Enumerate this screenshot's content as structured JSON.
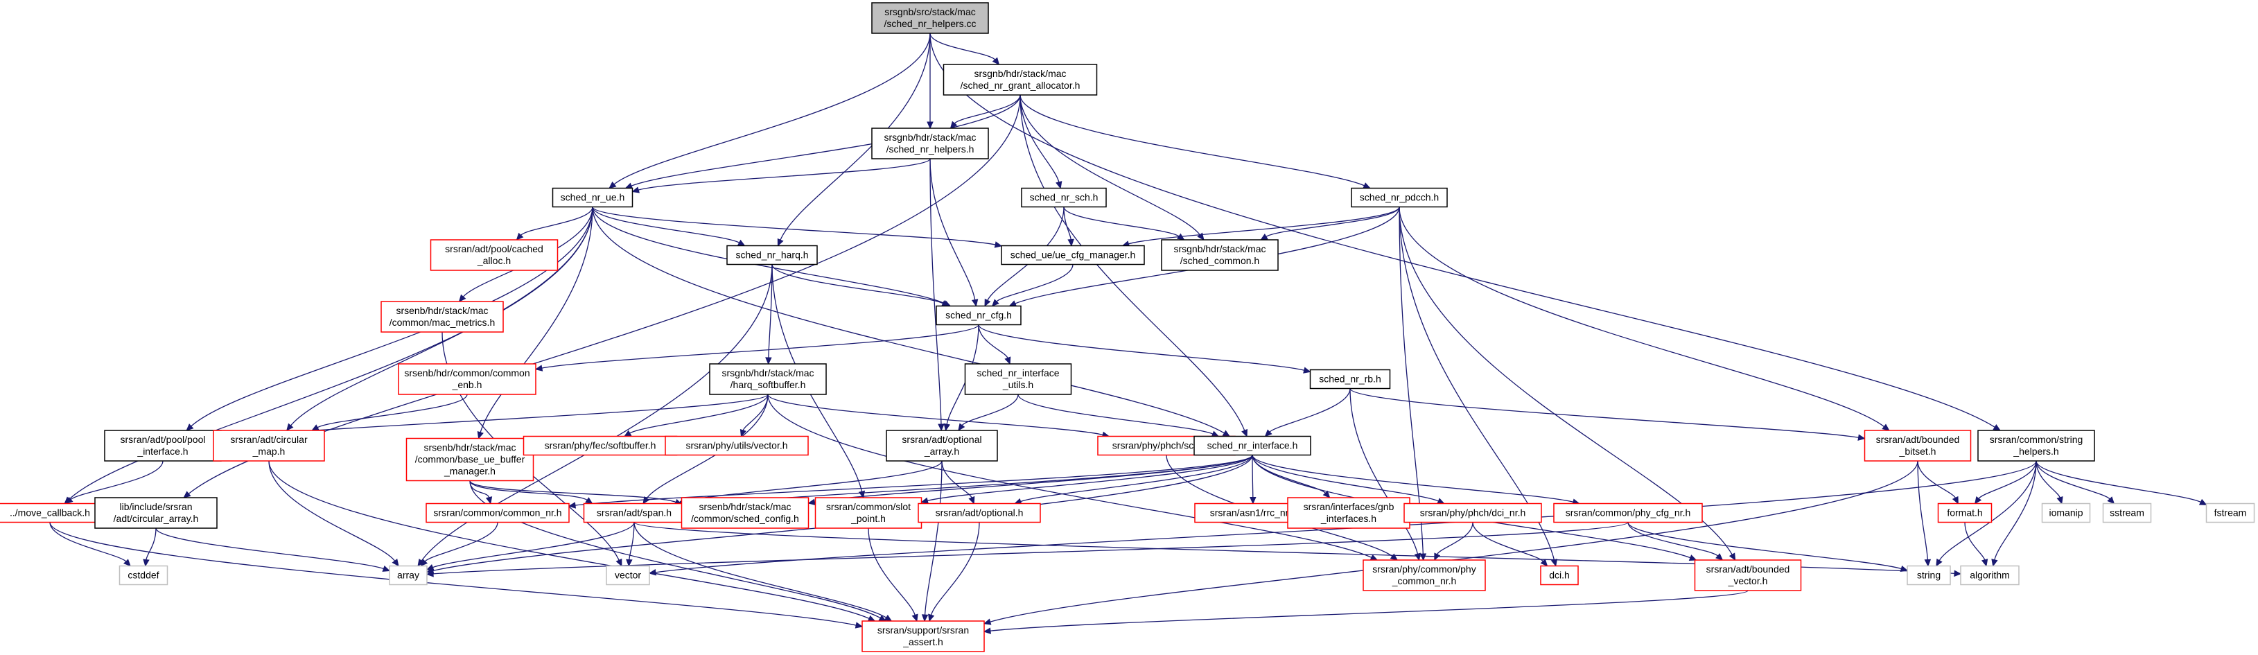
{
  "colors": {
    "edge": "#191970",
    "root_fill": "#bfbfbf",
    "root_border": "#000000",
    "normal_border": "#000000",
    "missing_border": "#ff0000",
    "external_border": "#bfbfbf",
    "fill": "#ffffff"
  },
  "nodes": [
    {
      "id": "root",
      "lines": [
        "srsgnb/src/stack/mac",
        "/sched_nr_helpers.cc"
      ],
      "kind": "root"
    },
    {
      "id": "grant_alloc",
      "lines": [
        "srsgnb/hdr/stack/mac",
        "/sched_nr_grant_allocator.h"
      ],
      "kind": "normal"
    },
    {
      "id": "nr_helpers_h",
      "lines": [
        "srsgnb/hdr/stack/mac",
        "/sched_nr_helpers.h"
      ],
      "kind": "normal"
    },
    {
      "id": "sched_nr_sch",
      "lines": [
        "sched_nr_sch.h"
      ],
      "kind": "normal"
    },
    {
      "id": "sched_nr_pdcch",
      "lines": [
        "sched_nr_pdcch.h"
      ],
      "kind": "normal"
    },
    {
      "id": "sched_nr_ue",
      "lines": [
        "sched_nr_ue.h"
      ],
      "kind": "normal"
    },
    {
      "id": "cached_alloc",
      "lines": [
        "srsran/adt/pool/cached",
        "_alloc.h"
      ],
      "kind": "missing"
    },
    {
      "id": "sched_nr_harq",
      "lines": [
        "sched_nr_harq.h"
      ],
      "kind": "normal"
    },
    {
      "id": "ue_cfg_manager",
      "lines": [
        "sched_ue/ue_cfg_manager.h"
      ],
      "kind": "normal"
    },
    {
      "id": "sched_common",
      "lines": [
        "srsgnb/hdr/stack/mac",
        "/sched_common.h"
      ],
      "kind": "normal"
    },
    {
      "id": "mac_metrics",
      "lines": [
        "srsenb/hdr/stack/mac",
        "/common/mac_metrics.h"
      ],
      "kind": "missing"
    },
    {
      "id": "sched_nr_cfg",
      "lines": [
        "sched_nr_cfg.h"
      ],
      "kind": "normal"
    },
    {
      "id": "common_enb",
      "lines": [
        "srsenb/hdr/common/common",
        "_enb.h"
      ],
      "kind": "missing"
    },
    {
      "id": "harq_softbuffer",
      "lines": [
        "srsgnb/hdr/stack/mac",
        "/harq_softbuffer.h"
      ],
      "kind": "normal"
    },
    {
      "id": "iface_utils",
      "lines": [
        "sched_nr_interface",
        "_utils.h"
      ],
      "kind": "normal"
    },
    {
      "id": "sched_nr_rb",
      "lines": [
        "sched_nr_rb.h"
      ],
      "kind": "normal"
    },
    {
      "id": "pool_interface",
      "lines": [
        "srsran/adt/pool/pool",
        "_interface.h"
      ],
      "kind": "normal"
    },
    {
      "id": "circular_map",
      "lines": [
        "srsran/adt/circular",
        "_map.h"
      ],
      "kind": "missing"
    },
    {
      "id": "base_ue_buffer",
      "lines": [
        "srsenb/hdr/stack/mac",
        "/common/base_ue_buffer",
        "_manager.h"
      ],
      "kind": "missing"
    },
    {
      "id": "fec_softbuffer",
      "lines": [
        "srsran/phy/fec/softbuffer.h"
      ],
      "kind": "missing"
    },
    {
      "id": "utils_vector",
      "lines": [
        "srsran/phy/utils/vector.h"
      ],
      "kind": "missing"
    },
    {
      "id": "optional_array",
      "lines": [
        "srsran/adt/optional",
        "_array.h"
      ],
      "kind": "normal"
    },
    {
      "id": "sch_nr",
      "lines": [
        "srsran/phy/phch/sch_nr.h"
      ],
      "kind": "missing"
    },
    {
      "id": "sched_nr_interface",
      "lines": [
        "sched_nr_interface.h"
      ],
      "kind": "normal"
    },
    {
      "id": "bounded_bitset",
      "lines": [
        "srsran/adt/bounded",
        "_bitset.h"
      ],
      "kind": "missing"
    },
    {
      "id": "string_helpers",
      "lines": [
        "srsran/common/string",
        "_helpers.h"
      ],
      "kind": "normal"
    },
    {
      "id": "move_callback",
      "lines": [
        "../move_callback.h"
      ],
      "kind": "missing"
    },
    {
      "id": "circular_array",
      "lines": [
        "lib/include/srsran",
        "/adt/circular_array.h"
      ],
      "kind": "normal"
    },
    {
      "id": "common_nr",
      "lines": [
        "srsran/common/common_nr.h"
      ],
      "kind": "missing"
    },
    {
      "id": "span",
      "lines": [
        "srsran/adt/span.h"
      ],
      "kind": "missing"
    },
    {
      "id": "sched_config",
      "lines": [
        "srsenb/hdr/stack/mac",
        "/common/sched_config.h"
      ],
      "kind": "missing"
    },
    {
      "id": "slot_point",
      "lines": [
        "srsran/common/slot",
        "_point.h"
      ],
      "kind": "missing"
    },
    {
      "id": "optional",
      "lines": [
        "srsran/adt/optional.h"
      ],
      "kind": "missing"
    },
    {
      "id": "rrc_nr",
      "lines": [
        "srsran/asn1/rrc_nr.h"
      ],
      "kind": "missing"
    },
    {
      "id": "gnb_interfaces",
      "lines": [
        "srsran/interfaces/gnb",
        "_interfaces.h"
      ],
      "kind": "missing"
    },
    {
      "id": "dci_nr",
      "lines": [
        "srsran/phy/phch/dci_nr.h"
      ],
      "kind": "missing"
    },
    {
      "id": "phy_cfg_nr",
      "lines": [
        "srsran/common/phy_cfg_nr.h"
      ],
      "kind": "missing"
    },
    {
      "id": "format",
      "lines": [
        "format.h"
      ],
      "kind": "missing"
    },
    {
      "id": "iomanip",
      "lines": [
        "iomanip"
      ],
      "kind": "external"
    },
    {
      "id": "sstream",
      "lines": [
        "sstream"
      ],
      "kind": "external"
    },
    {
      "id": "fstream",
      "lines": [
        "fstream"
      ],
      "kind": "external"
    },
    {
      "id": "cstddef",
      "lines": [
        "cstddef"
      ],
      "kind": "external"
    },
    {
      "id": "array",
      "lines": [
        "array"
      ],
      "kind": "external"
    },
    {
      "id": "vector",
      "lines": [
        "vector"
      ],
      "kind": "external"
    },
    {
      "id": "phy_common_nr",
      "lines": [
        "srsran/phy/common/phy",
        "_common_nr.h"
      ],
      "kind": "missing"
    },
    {
      "id": "dci",
      "lines": [
        "dci.h"
      ],
      "kind": "missing"
    },
    {
      "id": "bounded_vector",
      "lines": [
        "srsran/adt/bounded",
        "_vector.h"
      ],
      "kind": "missing"
    },
    {
      "id": "string",
      "lines": [
        "string"
      ],
      "kind": "external"
    },
    {
      "id": "algorithm",
      "lines": [
        "algorithm"
      ],
      "kind": "external"
    },
    {
      "id": "srsran_assert",
      "lines": [
        "srsran/support/srsran",
        "_assert.h"
      ],
      "kind": "missing"
    }
  ],
  "edges": [
    [
      "root",
      "grant_alloc"
    ],
    [
      "root",
      "nr_helpers_h"
    ],
    [
      "root",
      "sched_nr_ue"
    ],
    [
      "root",
      "sched_nr_harq"
    ],
    [
      "root",
      "string_helpers"
    ],
    [
      "grant_alloc",
      "nr_helpers_h"
    ],
    [
      "grant_alloc",
      "sched_nr_ue"
    ],
    [
      "grant_alloc",
      "sched_nr_sch"
    ],
    [
      "grant_alloc",
      "sched_nr_pdcch"
    ],
    [
      "grant_alloc",
      "sched_common"
    ],
    [
      "grant_alloc",
      "sched_nr_interface"
    ],
    [
      "grant_alloc",
      "circular_array"
    ],
    [
      "nr_helpers_h",
      "sched_nr_ue"
    ],
    [
      "nr_helpers_h",
      "sched_nr_cfg"
    ],
    [
      "nr_helpers_h",
      "optional_array"
    ],
    [
      "sched_nr_sch",
      "sched_nr_cfg"
    ],
    [
      "sched_nr_sch",
      "ue_cfg_manager"
    ],
    [
      "sched_nr_sch",
      "sched_common"
    ],
    [
      "sched_nr_pdcch",
      "sched_nr_cfg"
    ],
    [
      "sched_nr_pdcch",
      "ue_cfg_manager"
    ],
    [
      "sched_nr_pdcch",
      "sched_common"
    ],
    [
      "sched_nr_pdcch",
      "bounded_bitset"
    ],
    [
      "sched_nr_pdcch",
      "phy_common_nr"
    ],
    [
      "sched_nr_pdcch",
      "dci"
    ],
    [
      "sched_nr_pdcch",
      "bounded_vector"
    ],
    [
      "sched_nr_ue",
      "cached_alloc"
    ],
    [
      "sched_nr_ue",
      "sched_nr_harq"
    ],
    [
      "sched_nr_ue",
      "ue_cfg_manager"
    ],
    [
      "sched_nr_ue",
      "mac_metrics"
    ],
    [
      "sched_nr_ue",
      "sched_nr_cfg"
    ],
    [
      "sched_nr_ue",
      "pool_interface"
    ],
    [
      "sched_nr_ue",
      "circular_map"
    ],
    [
      "sched_nr_ue",
      "base_ue_buffer"
    ],
    [
      "sched_nr_ue",
      "move_callback"
    ],
    [
      "sched_nr_ue",
      "sched_nr_interface"
    ],
    [
      "sched_nr_harq",
      "sched_nr_cfg"
    ],
    [
      "sched_nr_harq",
      "harq_softbuffer"
    ],
    [
      "sched_nr_harq",
      "slot_point"
    ],
    [
      "sched_nr_harq",
      "array"
    ],
    [
      "ue_cfg_manager",
      "sched_nr_cfg"
    ],
    [
      "mac_metrics",
      "vector"
    ],
    [
      "sched_nr_cfg",
      "common_enb"
    ],
    [
      "sched_nr_cfg",
      "iface_utils"
    ],
    [
      "sched_nr_cfg",
      "sched_nr_rb"
    ],
    [
      "sched_nr_cfg",
      "optional_array"
    ],
    [
      "common_enb",
      "circular_map"
    ],
    [
      "harq_softbuffer",
      "pool_interface"
    ],
    [
      "harq_softbuffer",
      "fec_softbuffer"
    ],
    [
      "harq_softbuffer",
      "utils_vector"
    ],
    [
      "harq_softbuffer",
      "sch_nr"
    ],
    [
      "harq_softbuffer",
      "span"
    ],
    [
      "harq_softbuffer",
      "phy_common_nr"
    ],
    [
      "iface_utils",
      "sched_nr_interface"
    ],
    [
      "iface_utils",
      "optional_array"
    ],
    [
      "sched_nr_rb",
      "sched_nr_interface"
    ],
    [
      "sched_nr_rb",
      "bounded_bitset"
    ],
    [
      "sched_nr_rb",
      "phy_common_nr"
    ],
    [
      "pool_interface",
      "move_callback"
    ],
    [
      "circular_map",
      "array"
    ],
    [
      "circular_map",
      "srsran_assert"
    ],
    [
      "base_ue_buffer",
      "common_nr"
    ],
    [
      "base_ue_buffer",
      "span"
    ],
    [
      "base_ue_buffer",
      "sched_config"
    ],
    [
      "base_ue_buffer",
      "srsran_assert"
    ],
    [
      "optional_array",
      "optional"
    ],
    [
      "optional_array",
      "span"
    ],
    [
      "optional_array",
      "srsran_assert"
    ],
    [
      "sch_nr",
      "phy_common_nr"
    ],
    [
      "sched_nr_interface",
      "span"
    ],
    [
      "sched_nr_interface",
      "rrc_nr"
    ],
    [
      "sched_nr_interface",
      "gnb_interfaces"
    ],
    [
      "sched_nr_interface",
      "dci_nr"
    ],
    [
      "sched_nr_interface",
      "phy_cfg_nr"
    ],
    [
      "sched_nr_interface",
      "common_nr"
    ],
    [
      "sched_nr_interface",
      "sched_config"
    ],
    [
      "sched_nr_interface",
      "slot_point"
    ],
    [
      "sched_nr_interface",
      "optional"
    ],
    [
      "sched_nr_interface",
      "array"
    ],
    [
      "sched_nr_interface",
      "bounded_vector"
    ],
    [
      "bounded_bitset",
      "format"
    ],
    [
      "bounded_bitset",
      "string"
    ],
    [
      "bounded_bitset",
      "srsran_assert"
    ],
    [
      "string_helpers",
      "format"
    ],
    [
      "string_helpers",
      "iomanip"
    ],
    [
      "string_helpers",
      "sstream"
    ],
    [
      "string_helpers",
      "fstream"
    ],
    [
      "string_helpers",
      "string"
    ],
    [
      "string_helpers",
      "algorithm"
    ],
    [
      "string_helpers",
      "vector"
    ],
    [
      "move_callback",
      "cstddef"
    ],
    [
      "move_callback",
      "srsran_assert"
    ],
    [
      "circular_array",
      "cstddef"
    ],
    [
      "circular_array",
      "array"
    ],
    [
      "common_nr",
      "array"
    ],
    [
      "span",
      "array"
    ],
    [
      "span",
      "vector"
    ],
    [
      "span",
      "algorithm"
    ],
    [
      "span",
      "srsran_assert"
    ],
    [
      "slot_point",
      "srsran_assert"
    ],
    [
      "optional",
      "srsran_assert"
    ],
    [
      "dci_nr",
      "phy_common_nr"
    ],
    [
      "dci_nr",
      "dci"
    ],
    [
      "phy_cfg_nr",
      "bounded_vector"
    ],
    [
      "phy_cfg_nr",
      "string"
    ],
    [
      "phy_cfg_nr",
      "array"
    ],
    [
      "format",
      "algorithm"
    ],
    [
      "bounded_vector",
      "srsran_assert"
    ]
  ]
}
